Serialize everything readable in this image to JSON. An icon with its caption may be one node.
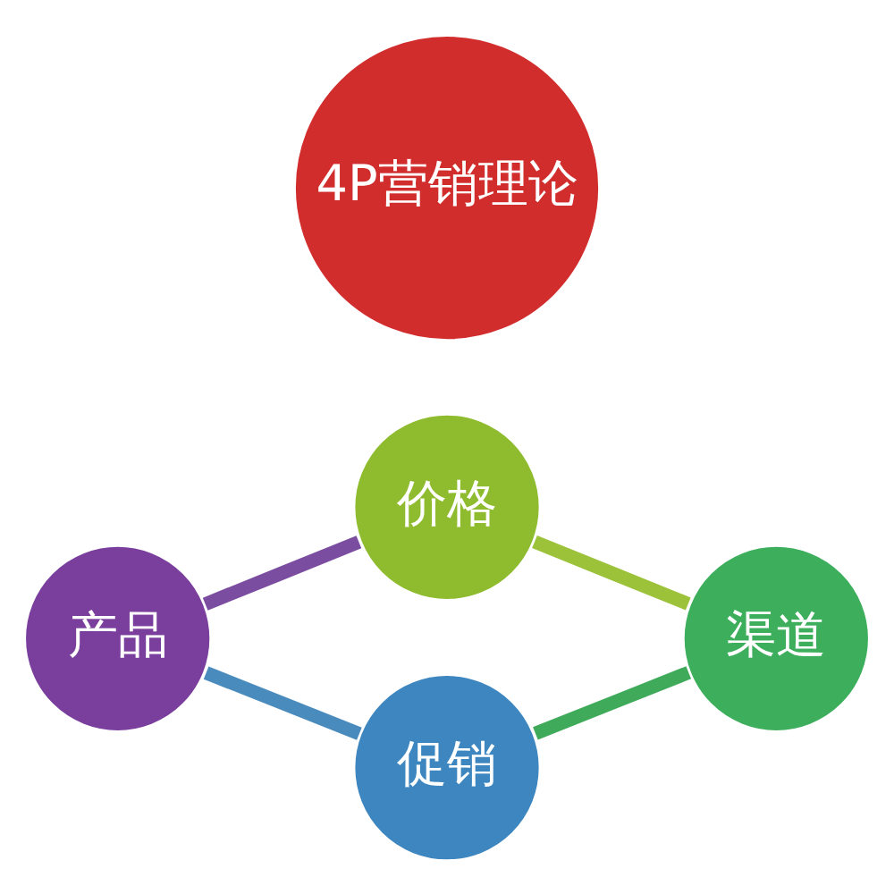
{
  "diagram": {
    "nodes": [
      {
        "text": [
          "价格"
        ]
      },
      {
        "text": [
          "产品"
        ]
      },
      {
        "text": [
          "4P营销理论"
        ]
      },
      {
        "text": [
          "渠道"
        ]
      },
      {
        "text": [
          "促销"
        ]
      }
    ],
    "edges": [
      {
        "from": 0,
        "to": 3,
        "arrow": "none",
        "color": "#9cc23a"
      },
      {
        "from": 3,
        "to": 4,
        "arrow": "none",
        "color": "#3faa5a"
      },
      {
        "from": 4,
        "to": 1,
        "arrow": "none",
        "color": "#4a8bbd"
      },
      {
        "from": 1,
        "to": 0,
        "arrow": "none",
        "color": "#7b4da0"
      }
    ]
  }
}
